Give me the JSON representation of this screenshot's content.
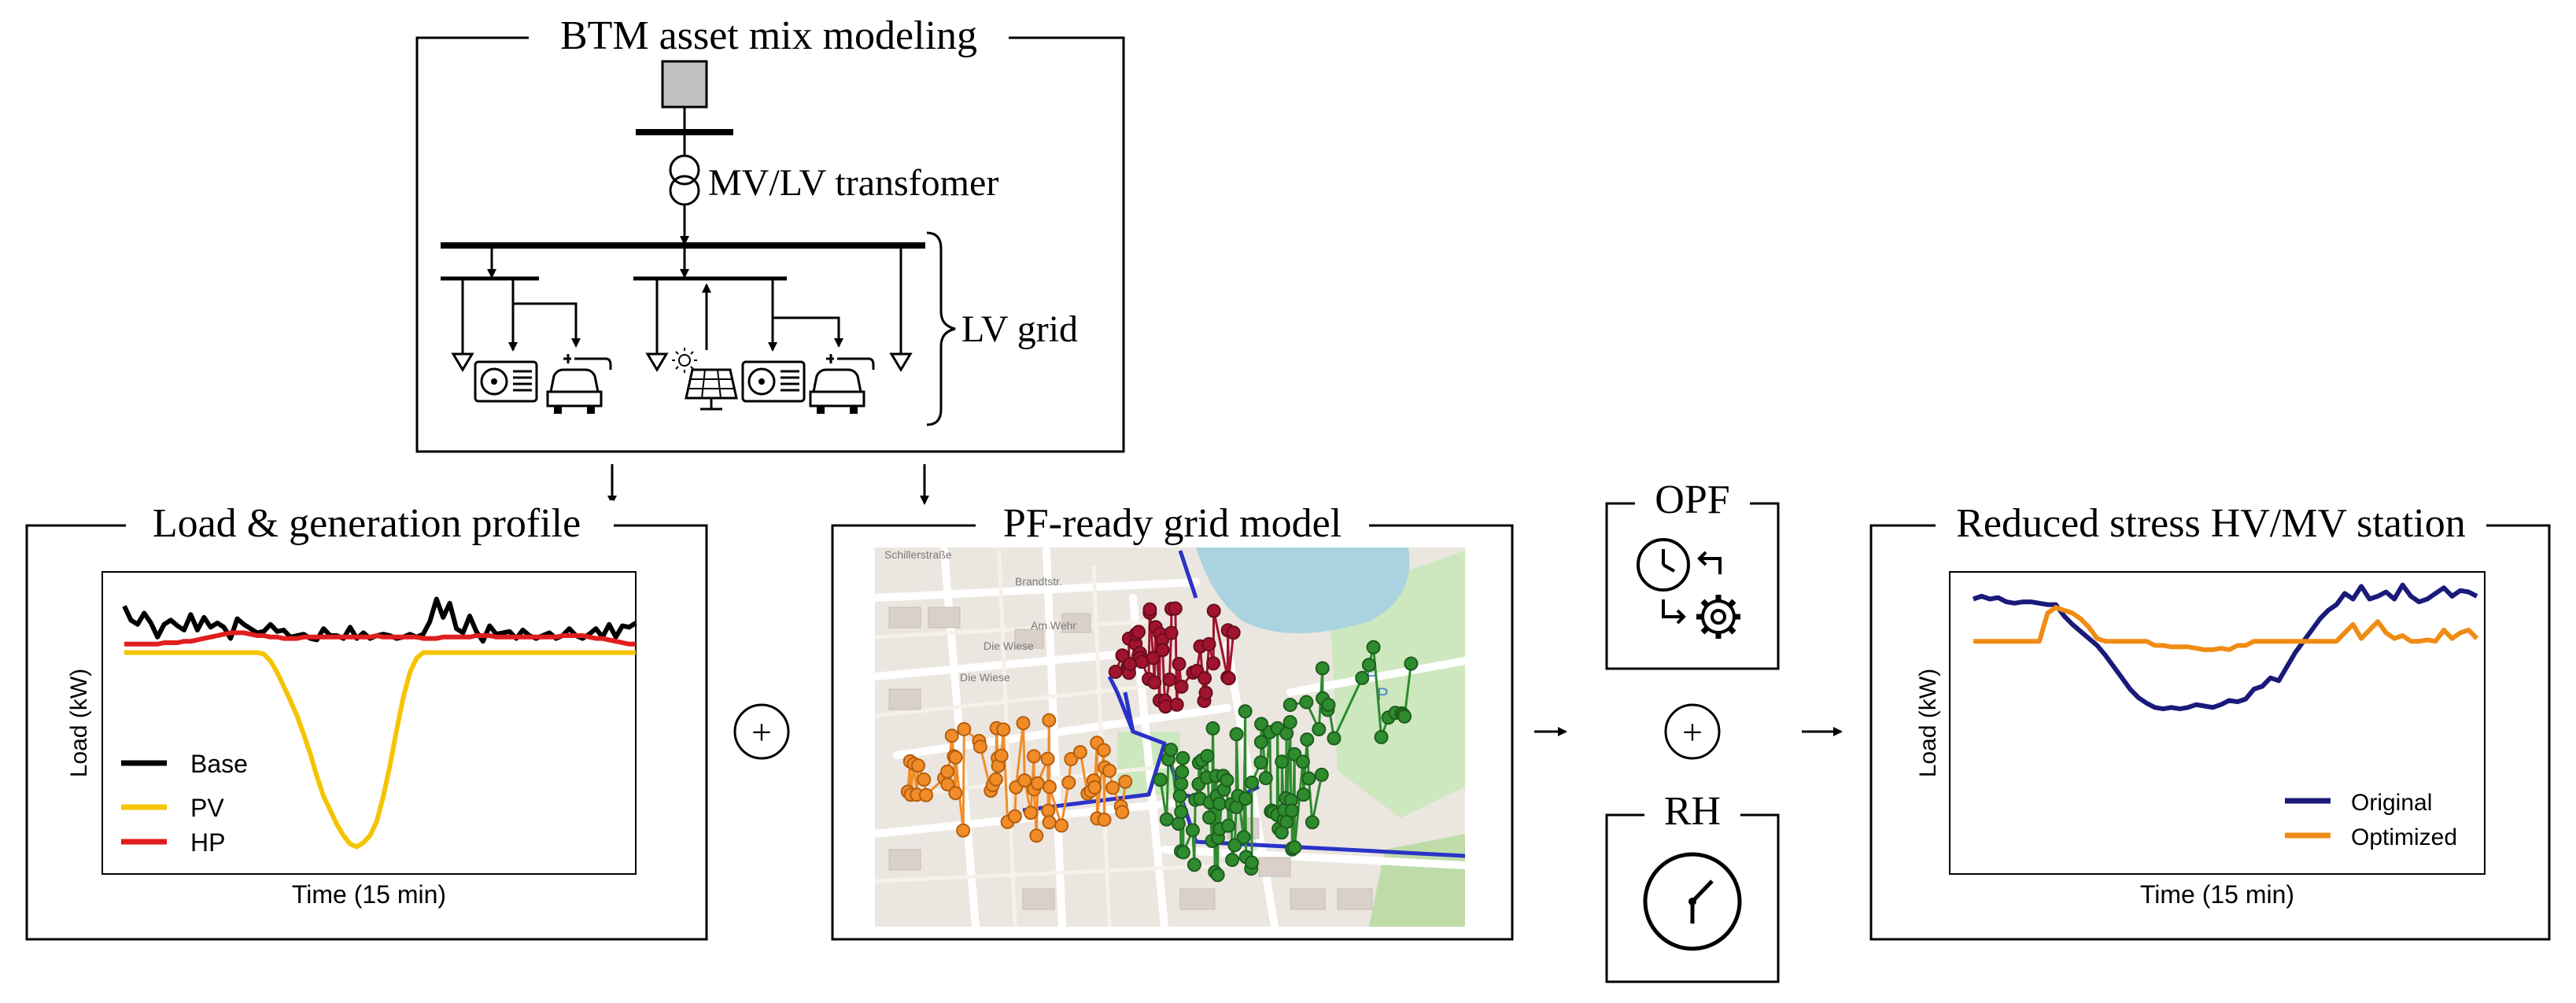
{
  "panels": {
    "btm": {
      "title": "BTM asset mix modeling",
      "transformer_label": "MV/LV transfomer",
      "grid_label": "LV grid"
    },
    "profile": {
      "title": "Load & generation profile"
    },
    "grid_model": {
      "title": "PF-ready grid model"
    },
    "opf": {
      "title": "OPF"
    },
    "rh": {
      "title": "RH"
    },
    "station": {
      "title": "Reduced stress HV/MV station"
    }
  },
  "operators": {
    "plus": "+"
  },
  "map_labels": {
    "street1": "Schillerstraße",
    "street2": "Brandtstr.",
    "street3": "Die Wiese",
    "street4": "Am Wehr",
    "street5": "Die Wiese",
    "parking": "P"
  },
  "chart_data": [
    {
      "type": "line",
      "xlabel": "Time (15 min)",
      "ylabel": "Load (kW)",
      "ticks": "none",
      "legend_position": "lower-left",
      "series": [
        {
          "name": "Base",
          "color": "#000000",
          "values": [
            0.83,
            0.73,
            0.7,
            0.78,
            0.71,
            0.61,
            0.7,
            0.73,
            0.69,
            0.66,
            0.77,
            0.66,
            0.75,
            0.68,
            0.71,
            0.68,
            0.6,
            0.74,
            0.7,
            0.67,
            0.64,
            0.65,
            0.7,
            0.65,
            0.66,
            0.61,
            0.62,
            0.63,
            0.6,
            0.59,
            0.67,
            0.62,
            0.62,
            0.6,
            0.68,
            0.6,
            0.64,
            0.6,
            0.62,
            0.63,
            0.62,
            0.6,
            0.61,
            0.63,
            0.61,
            0.63,
            0.72,
            0.88,
            0.75,
            0.85,
            0.67,
            0.64,
            0.76,
            0.65,
            0.58,
            0.69,
            0.63,
            0.64,
            0.65,
            0.6,
            0.66,
            0.62,
            0.6,
            0.62,
            0.64,
            0.6,
            0.62,
            0.67,
            0.62,
            0.6,
            0.63,
            0.67,
            0.61,
            0.7,
            0.61,
            0.69,
            0.68,
            0.71
          ]
        },
        {
          "name": "PV",
          "color": "#f5c400",
          "values": [
            0.5,
            0.5,
            0.5,
            0.5,
            0.5,
            0.5,
            0.5,
            0.5,
            0.5,
            0.5,
            0.5,
            0.5,
            0.5,
            0.5,
            0.5,
            0.5,
            0.5,
            0.5,
            0.5,
            0.5,
            0.5,
            0.49,
            0.44,
            0.36,
            0.26,
            0.16,
            0.05,
            -0.08,
            -0.22,
            -0.38,
            -0.52,
            -0.62,
            -0.72,
            -0.8,
            -0.86,
            -0.88,
            -0.85,
            -0.8,
            -0.7,
            -0.52,
            -0.3,
            -0.05,
            0.18,
            0.36,
            0.46,
            0.5,
            0.5,
            0.5,
            0.5,
            0.5,
            0.5,
            0.5,
            0.5,
            0.5,
            0.5,
            0.5,
            0.5,
            0.5,
            0.5,
            0.5,
            0.5,
            0.5,
            0.5,
            0.5,
            0.5,
            0.5,
            0.5,
            0.5,
            0.5,
            0.5,
            0.5,
            0.5,
            0.5,
            0.5,
            0.5,
            0.5,
            0.5,
            0.5
          ]
        },
        {
          "name": "HP",
          "color": "#e01e1e",
          "values": [
            0.56,
            0.56,
            0.56,
            0.56,
            0.56,
            0.56,
            0.57,
            0.57,
            0.57,
            0.58,
            0.58,
            0.59,
            0.6,
            0.61,
            0.62,
            0.63,
            0.64,
            0.64,
            0.64,
            0.63,
            0.62,
            0.62,
            0.61,
            0.61,
            0.6,
            0.6,
            0.6,
            0.61,
            0.61,
            0.61,
            0.61,
            0.61,
            0.61,
            0.61,
            0.61,
            0.61,
            0.61,
            0.61,
            0.62,
            0.61,
            0.61,
            0.61,
            0.61,
            0.61,
            0.61,
            0.6,
            0.6,
            0.6,
            0.61,
            0.61,
            0.61,
            0.61,
            0.61,
            0.62,
            0.62,
            0.62,
            0.61,
            0.61,
            0.61,
            0.61,
            0.61,
            0.61,
            0.61,
            0.61,
            0.61,
            0.61,
            0.62,
            0.62,
            0.62,
            0.62,
            0.61,
            0.6,
            0.6,
            0.59,
            0.58,
            0.57,
            0.56,
            0.56
          ]
        }
      ]
    },
    {
      "type": "line",
      "xlabel": "Time (15 min)",
      "ylabel": "Load (kW)",
      "ticks": "none",
      "legend_position": "lower-right",
      "series": [
        {
          "name": "Original",
          "color": "#1a1a7a",
          "values": [
            0.88,
            0.9,
            0.88,
            0.89,
            0.86,
            0.85,
            0.86,
            0.86,
            0.85,
            0.84,
            0.84,
            0.76,
            0.7,
            0.65,
            0.6,
            0.55,
            0.48,
            0.4,
            0.32,
            0.24,
            0.18,
            0.14,
            0.11,
            0.1,
            0.11,
            0.1,
            0.11,
            0.13,
            0.12,
            0.11,
            0.13,
            0.16,
            0.15,
            0.17,
            0.24,
            0.26,
            0.32,
            0.3,
            0.4,
            0.5,
            0.58,
            0.66,
            0.74,
            0.8,
            0.84,
            0.92,
            0.88,
            0.97,
            0.88,
            0.9,
            0.93,
            0.88,
            0.98,
            0.9,
            0.86,
            0.88,
            0.92,
            0.96,
            0.9,
            0.94,
            0.93,
            0.9
          ]
        },
        {
          "name": "Optimized",
          "color": "#f08c14",
          "values": [
            0.58,
            0.58,
            0.58,
            0.58,
            0.58,
            0.58,
            0.58,
            0.58,
            0.58,
            0.78,
            0.82,
            0.8,
            0.78,
            0.74,
            0.68,
            0.6,
            0.58,
            0.58,
            0.58,
            0.58,
            0.58,
            0.58,
            0.55,
            0.55,
            0.54,
            0.54,
            0.54,
            0.53,
            0.52,
            0.52,
            0.53,
            0.52,
            0.55,
            0.55,
            0.58,
            0.58,
            0.58,
            0.58,
            0.58,
            0.58,
            0.58,
            0.58,
            0.58,
            0.58,
            0.58,
            0.64,
            0.7,
            0.6,
            0.66,
            0.72,
            0.64,
            0.6,
            0.62,
            0.58,
            0.58,
            0.59,
            0.58,
            0.66,
            0.6,
            0.64,
            0.66,
            0.6
          ]
        }
      ]
    }
  ]
}
